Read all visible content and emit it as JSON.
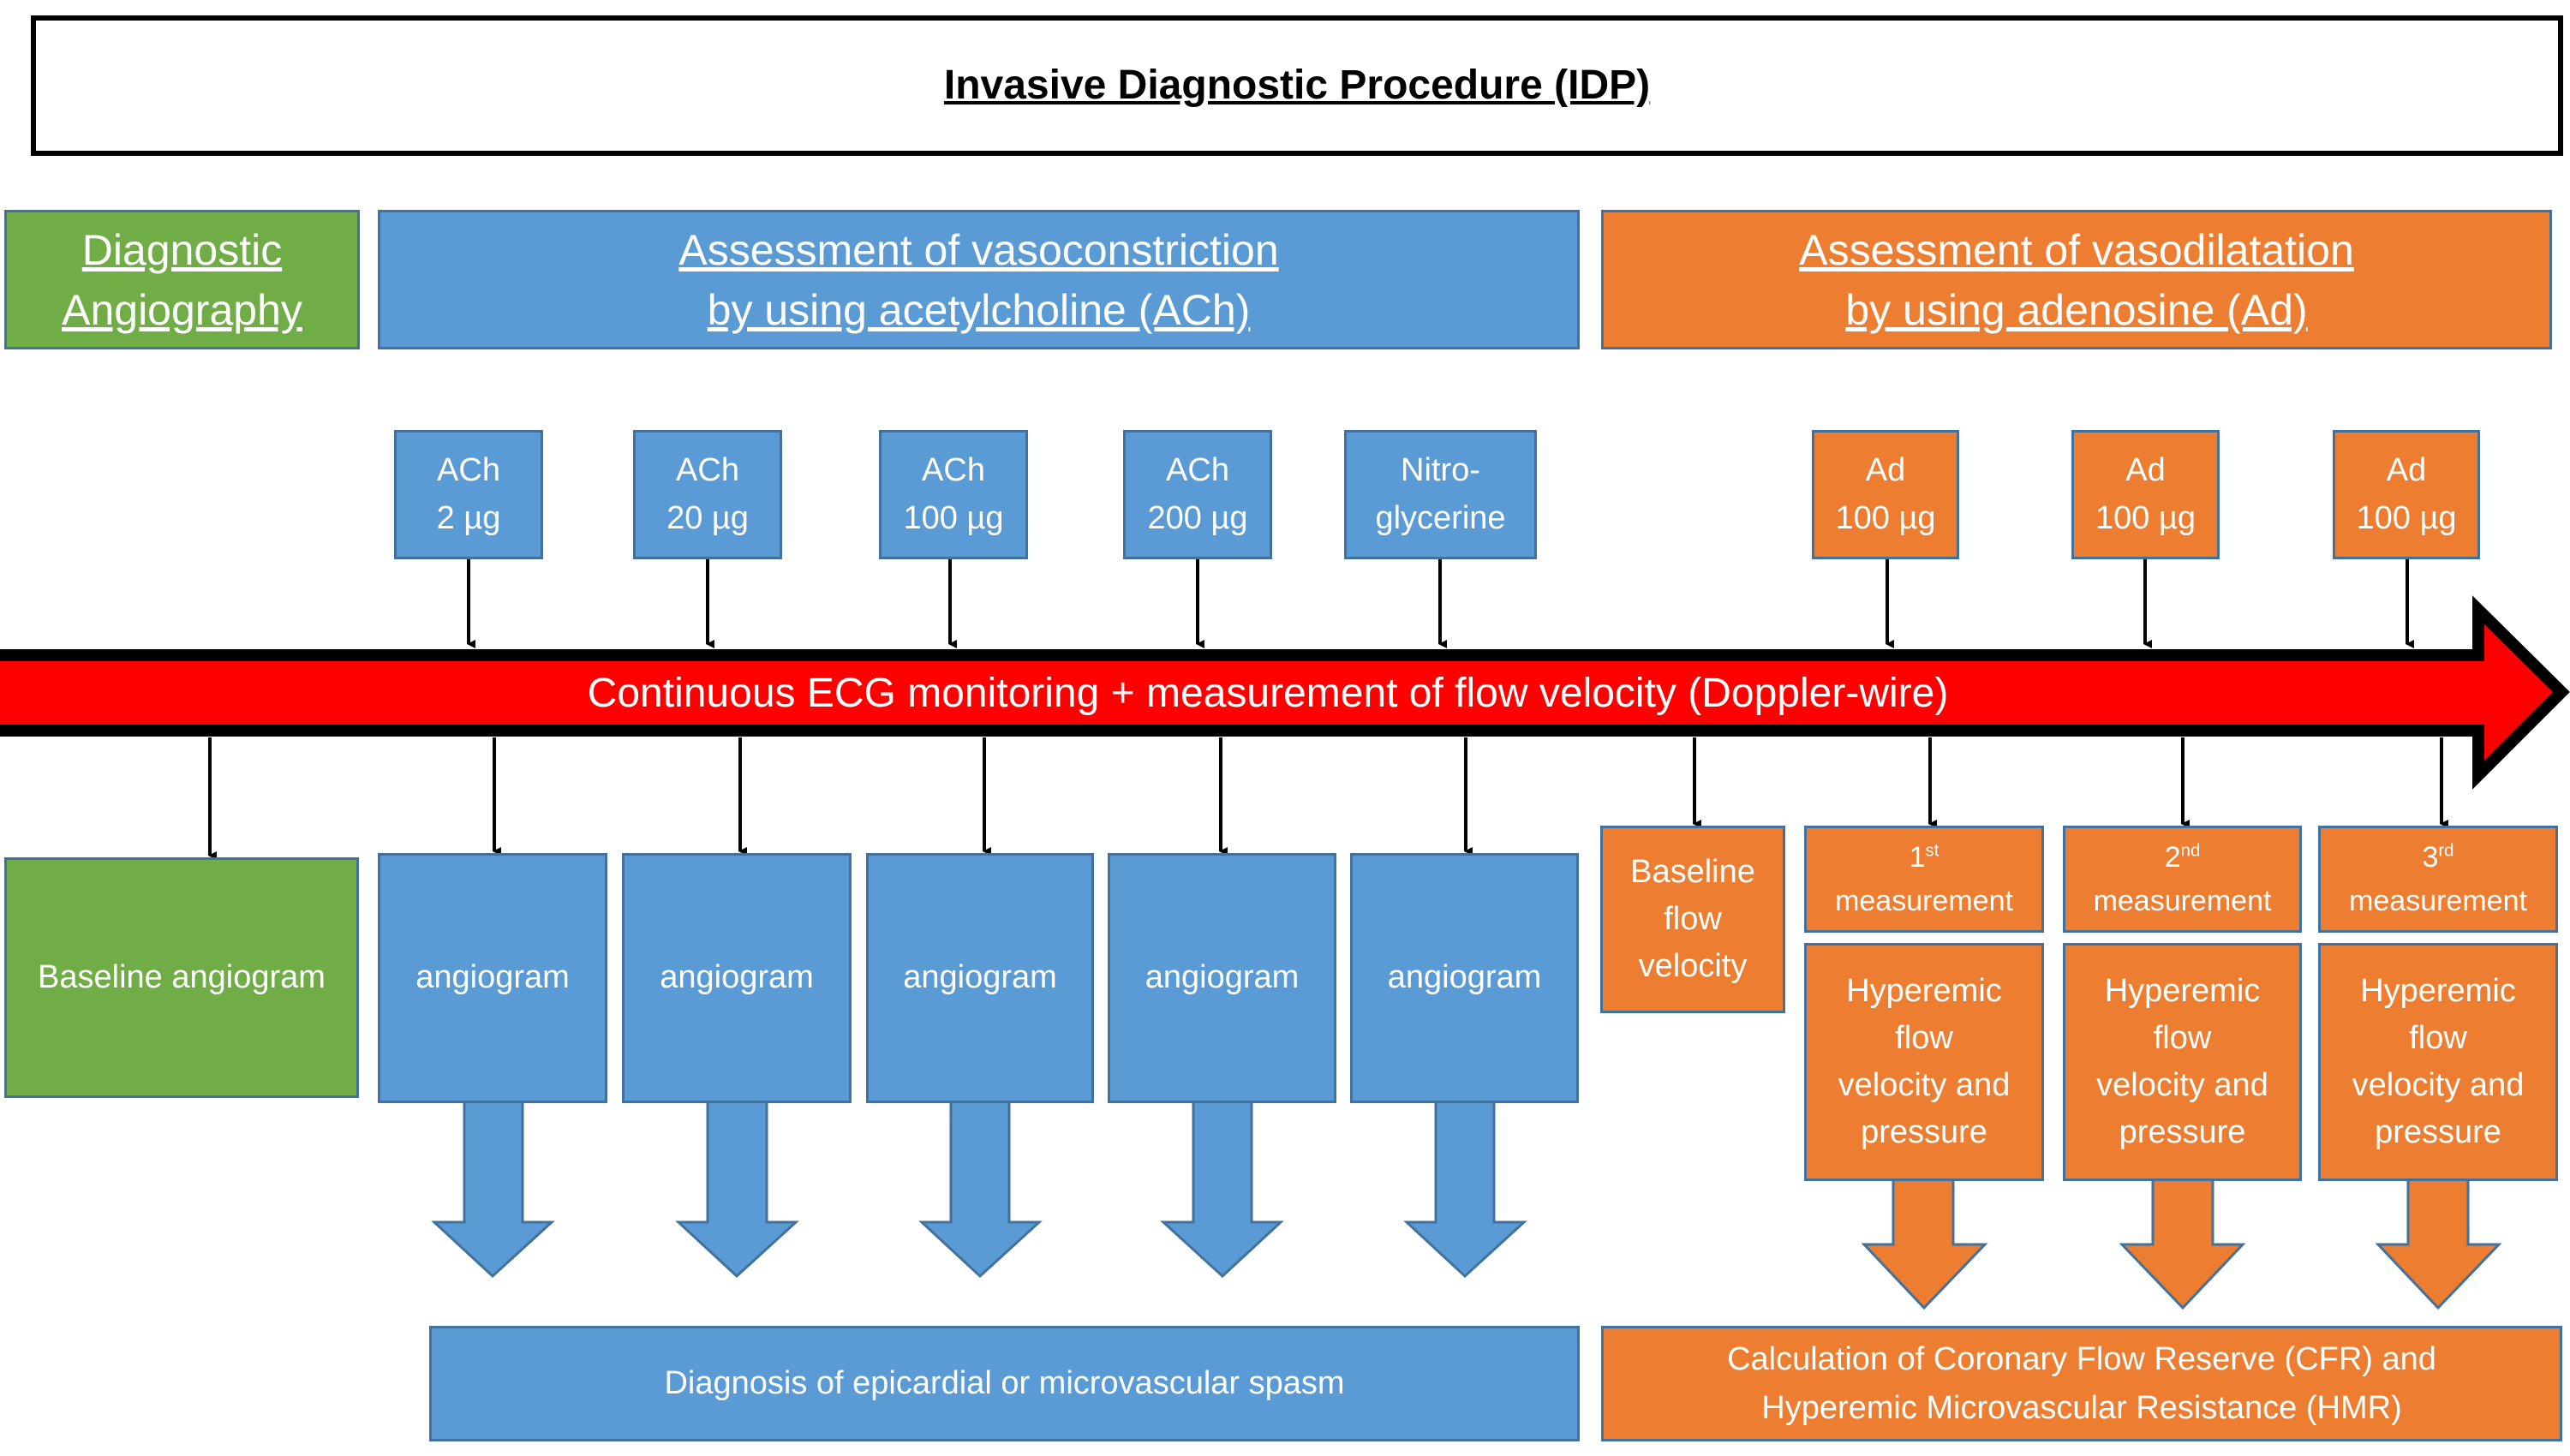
{
  "title": "Invasive Diagnostic Procedure (IDP)",
  "colors": {
    "diagnostic": "#70ad47",
    "vasoconstriction": "#5b9bd5",
    "vasodilatation": "#ed7d31",
    "timeline": "#ff0000",
    "box_border": "#41719c"
  },
  "phases": [
    {
      "label_line1": "Diagnostic",
      "label_line2": "Angiography"
    },
    {
      "label_line1": "Assessment of vasoconstriction",
      "label_line2": "by using acetylcholine (ACh)"
    },
    {
      "label_line1": "Assessment of vasodilatation",
      "label_line2": "by using adenosine (Ad)"
    }
  ],
  "doses": [
    {
      "line1": "ACh",
      "line2": "2 µg"
    },
    {
      "line1": "ACh",
      "line2": "20 µg"
    },
    {
      "line1": "ACh",
      "line2": "100 µg"
    },
    {
      "line1": "ACh",
      "line2": "200 µg"
    },
    {
      "line1": "Nitro-",
      "line2": "glycerine"
    },
    {
      "line1": "Ad",
      "line2": "100 µg"
    },
    {
      "line1": "Ad",
      "line2": "100 µg"
    },
    {
      "line1": "Ad",
      "line2": "100 µg"
    }
  ],
  "timeline_label": "Continuous ECG monitoring + measurement of flow velocity (Doppler-wire)",
  "baseline_angiogram": "Baseline angiogram",
  "angiograms": [
    "angiogram",
    "angiogram",
    "angiogram",
    "angiogram",
    "angiogram"
  ],
  "baseline_flow": "Baseline\nflow\nvelocity",
  "measurements": [
    {
      "ordinal": "1",
      "suffix": "st",
      "label": "measurement",
      "result": "Hyperemic\nflow\nvelocity and\npressure"
    },
    {
      "ordinal": "2",
      "suffix": "nd",
      "label": "measurement",
      "result": "Hyperemic\nflow\nvelocity and\npressure"
    },
    {
      "ordinal": "3",
      "suffix": "rd",
      "label": "measurement",
      "result": "Hyperemic\nflow\nvelocity and\npressure"
    }
  ],
  "outcomes": {
    "vasoconstriction": "Diagnosis of epicardial or microvascular spasm",
    "vasodilatation_line1": "Calculation of Coronary Flow Reserve (CFR) and",
    "vasodilatation_line2": "Hyperemic Microvascular Resistance (HMR)"
  }
}
